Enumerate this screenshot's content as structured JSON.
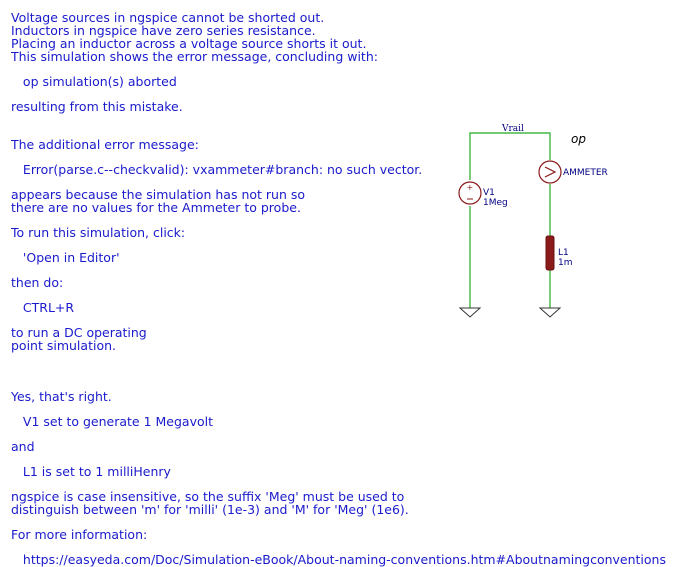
{
  "notes": {
    "l01": "Voltage sources in ngspice cannot be shorted out.",
    "l02": "Inductors in ngspice have zero series resistance.",
    "l03": "Placing an inductor across a voltage source shorts it out.",
    "l04": "This simulation shows the error message, concluding with:",
    "l05": "   op simulation(s) aborted",
    "l06": "resulting from this mistake.",
    "l07": "The additional error message:",
    "l08": "   Error(parse.c--checkvalid): vxammeter#branch: no such vector.",
    "l09": "appears because the simulation has not run so",
    "l10": "there are no values for the Ammeter to probe.",
    "l11": "To run this simulation, click:",
    "l12": "   'Open in Editor'",
    "l13": "then do:",
    "l14": "   CTRL+R",
    "l15": "to run a DC operating",
    "l16": "point simulation.",
    "l17": "Yes, that's right.",
    "l18": "   V1 set to generate 1 Megavolt",
    "l19": "and",
    "l20": "   L1 is set to 1 milliHenry",
    "l21": "ngspice is case insensitive, so the suffix 'Meg' must be used to",
    "l22": "distinguish between 'm' for 'milli' (1e-3) and 'M' for 'Meg' (1e6).",
    "l23": "For more information:",
    "l24": "   https://easyeda.com/Doc/Simulation-eBook/About-naming-conventions.htm#Aboutnamingconventions"
  },
  "schematic": {
    "net_label": "Vrail",
    "analysis": "op",
    "v1": {
      "name": "V1",
      "value": "1Meg"
    },
    "ammeter": {
      "name": "AMMETER"
    },
    "l1": {
      "name": "L1",
      "value": "1m"
    },
    "colors": {
      "wire": "#22aa22",
      "component": "#8b1a1a",
      "text": "#1a1acc",
      "label": "#000080"
    }
  }
}
